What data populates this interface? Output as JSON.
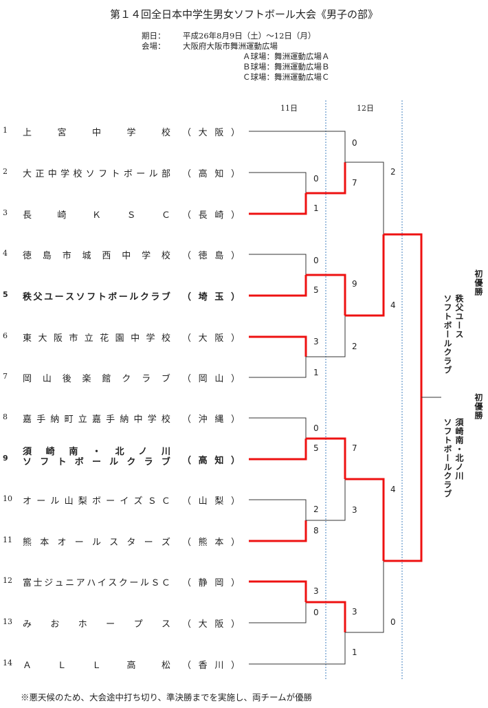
{
  "title": "第１４回全日本中学生男女ソフトボール大会《男子の部》",
  "info": {
    "period_label": "期日：",
    "period_value": "平成26年8月9日（土）〜12日（月）",
    "venue_label": "会場：",
    "venue_value": "大阪府大阪市舞洲運動広場",
    "fields": [
      "Ａ球場：舞洲運動広場Ａ",
      "Ｂ球場：舞洲運動広場Ｂ",
      "Ｃ球場：舞洲運動広場Ｃ"
    ]
  },
  "days": [
    "11日",
    "12日"
  ],
  "teams": [
    {
      "num": "1",
      "name": "上宮中学校",
      "pref": "（大阪）"
    },
    {
      "num": "2",
      "name": "大正中学校ソフトボール部",
      "pref": "（高知）"
    },
    {
      "num": "3",
      "name": "長崎ＫＳＣ",
      "pref": "（長崎）"
    },
    {
      "num": "4",
      "name": "徳島市城西中学校",
      "pref": "（徳島）"
    },
    {
      "num": "5",
      "name": "秩父ユースソフトボールクラブ",
      "pref": "（埼玉）",
      "bold": true
    },
    {
      "num": "6",
      "name": "東大阪市立花園中学校",
      "pref": "（大阪）"
    },
    {
      "num": "7",
      "name": "岡山後楽館クラブ",
      "pref": "（岡山）"
    },
    {
      "num": "8",
      "name": "嘉手納町立嘉手納中学校",
      "pref": "（沖縄）"
    },
    {
      "num": "9",
      "name": "須崎南・北ノ川",
      "name2": "ソフトボールクラブ",
      "pref": "（高知）",
      "bold": true
    },
    {
      "num": "10",
      "name": "オール山梨ボーイズＳＣ",
      "pref": "（山梨）"
    },
    {
      "num": "11",
      "name": "熊本オールスターズ",
      "pref": "（熊本）"
    },
    {
      "num": "12",
      "name": "富士ジュニアハイスクールＳＣ",
      "pref": "（静岡）"
    },
    {
      "num": "13",
      "name": "みおホープス",
      "pref": "（大阪）"
    },
    {
      "num": "14",
      "name": "ＡＬＬ高松",
      "pref": "（香川）"
    }
  ],
  "scores": {
    "r1_2": "0",
    "r1_3": "1",
    "r1_4": "0",
    "r1_5": "5",
    "r1_6": "3",
    "r1_7": "1",
    "r1_8": "0",
    "r1_9": "5",
    "r1_10": "2",
    "r1_11": "8",
    "r1_12": "3",
    "r1_13": "0",
    "r2_1": "0",
    "r2_3": "7",
    "r2_5": "9",
    "r2_6": "2",
    "r2_9": "7",
    "r2_11": "3",
    "r2_12": "3",
    "r2_14": "1",
    "sf_top_a": "2",
    "sf_top_b": "4",
    "sf_bot_a": "4",
    "sf_bot_b": "0"
  },
  "champions": {
    "label": "初優勝",
    "team1_line1": "秩父ユース",
    "team1_line2": "ソフトボールクラブ",
    "team2_line1": "須崎南・北ノ川",
    "team2_line2": "ソフトボールクラブ"
  },
  "colors": {
    "winner_line": "#ee1111",
    "bracket_line": "#333333",
    "day_divider": "#3f7fbf"
  },
  "note": "※悪天候のため、大会途中打ち切り、準決勝までを実施し、両チームが優勝"
}
